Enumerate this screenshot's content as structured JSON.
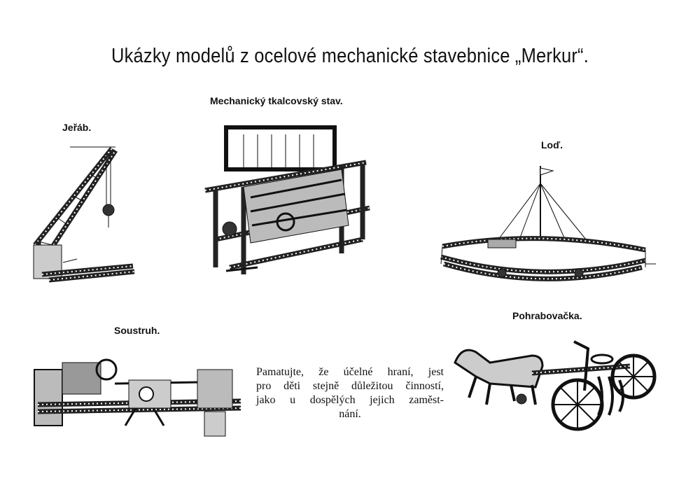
{
  "title": "Ukázky modelů z ocelové mechanické stavebnice „Merkur“.",
  "models": {
    "crane": "Jeřáb.",
    "loom": "Mechanický tkalcovský stav.",
    "ship": "Loď.",
    "lathe": "Soustruh.",
    "rake": "Pohrabovačka."
  },
  "note": {
    "lines": [
      "Pamatujte, že účelné hraní, jest",
      "pro děti stejně důležitou činností,",
      "jako u dospělých jejich zaměst-",
      "nání."
    ]
  }
}
